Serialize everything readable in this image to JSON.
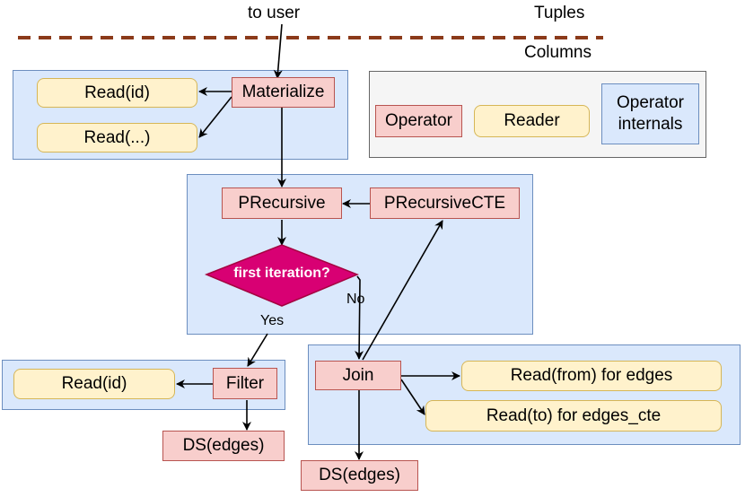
{
  "header": {
    "to_user": "to user",
    "tuples": "Tuples",
    "columns": "Columns"
  },
  "legend": {
    "operator": "Operator",
    "reader": "Reader",
    "internals_line1": "Operator",
    "internals_line2": "internals"
  },
  "materialize_group": {
    "materialize": "Materialize",
    "read_id": "Read(id)",
    "read_dots": "Read(...)"
  },
  "recursive_group": {
    "precursive": "PRecursive",
    "precursive_cte": "PRecursiveCTE",
    "decision": "first iteration?",
    "yes": "Yes",
    "no": "No"
  },
  "filter_group": {
    "filter": "Filter",
    "read_id": "Read(id)",
    "ds_edges": "DS(edges)"
  },
  "join_group": {
    "join": "Join",
    "read_from": "Read(from) for edges",
    "read_to": "Read(to) for edges_cte",
    "ds_edges": "DS(edges)"
  },
  "colors": {
    "operator_fill": "#f8cecc",
    "reader_fill": "#fff2cc",
    "internals_fill": "#dae8fc",
    "decision_fill": "#d80073",
    "divider": "#8b3a1a"
  }
}
